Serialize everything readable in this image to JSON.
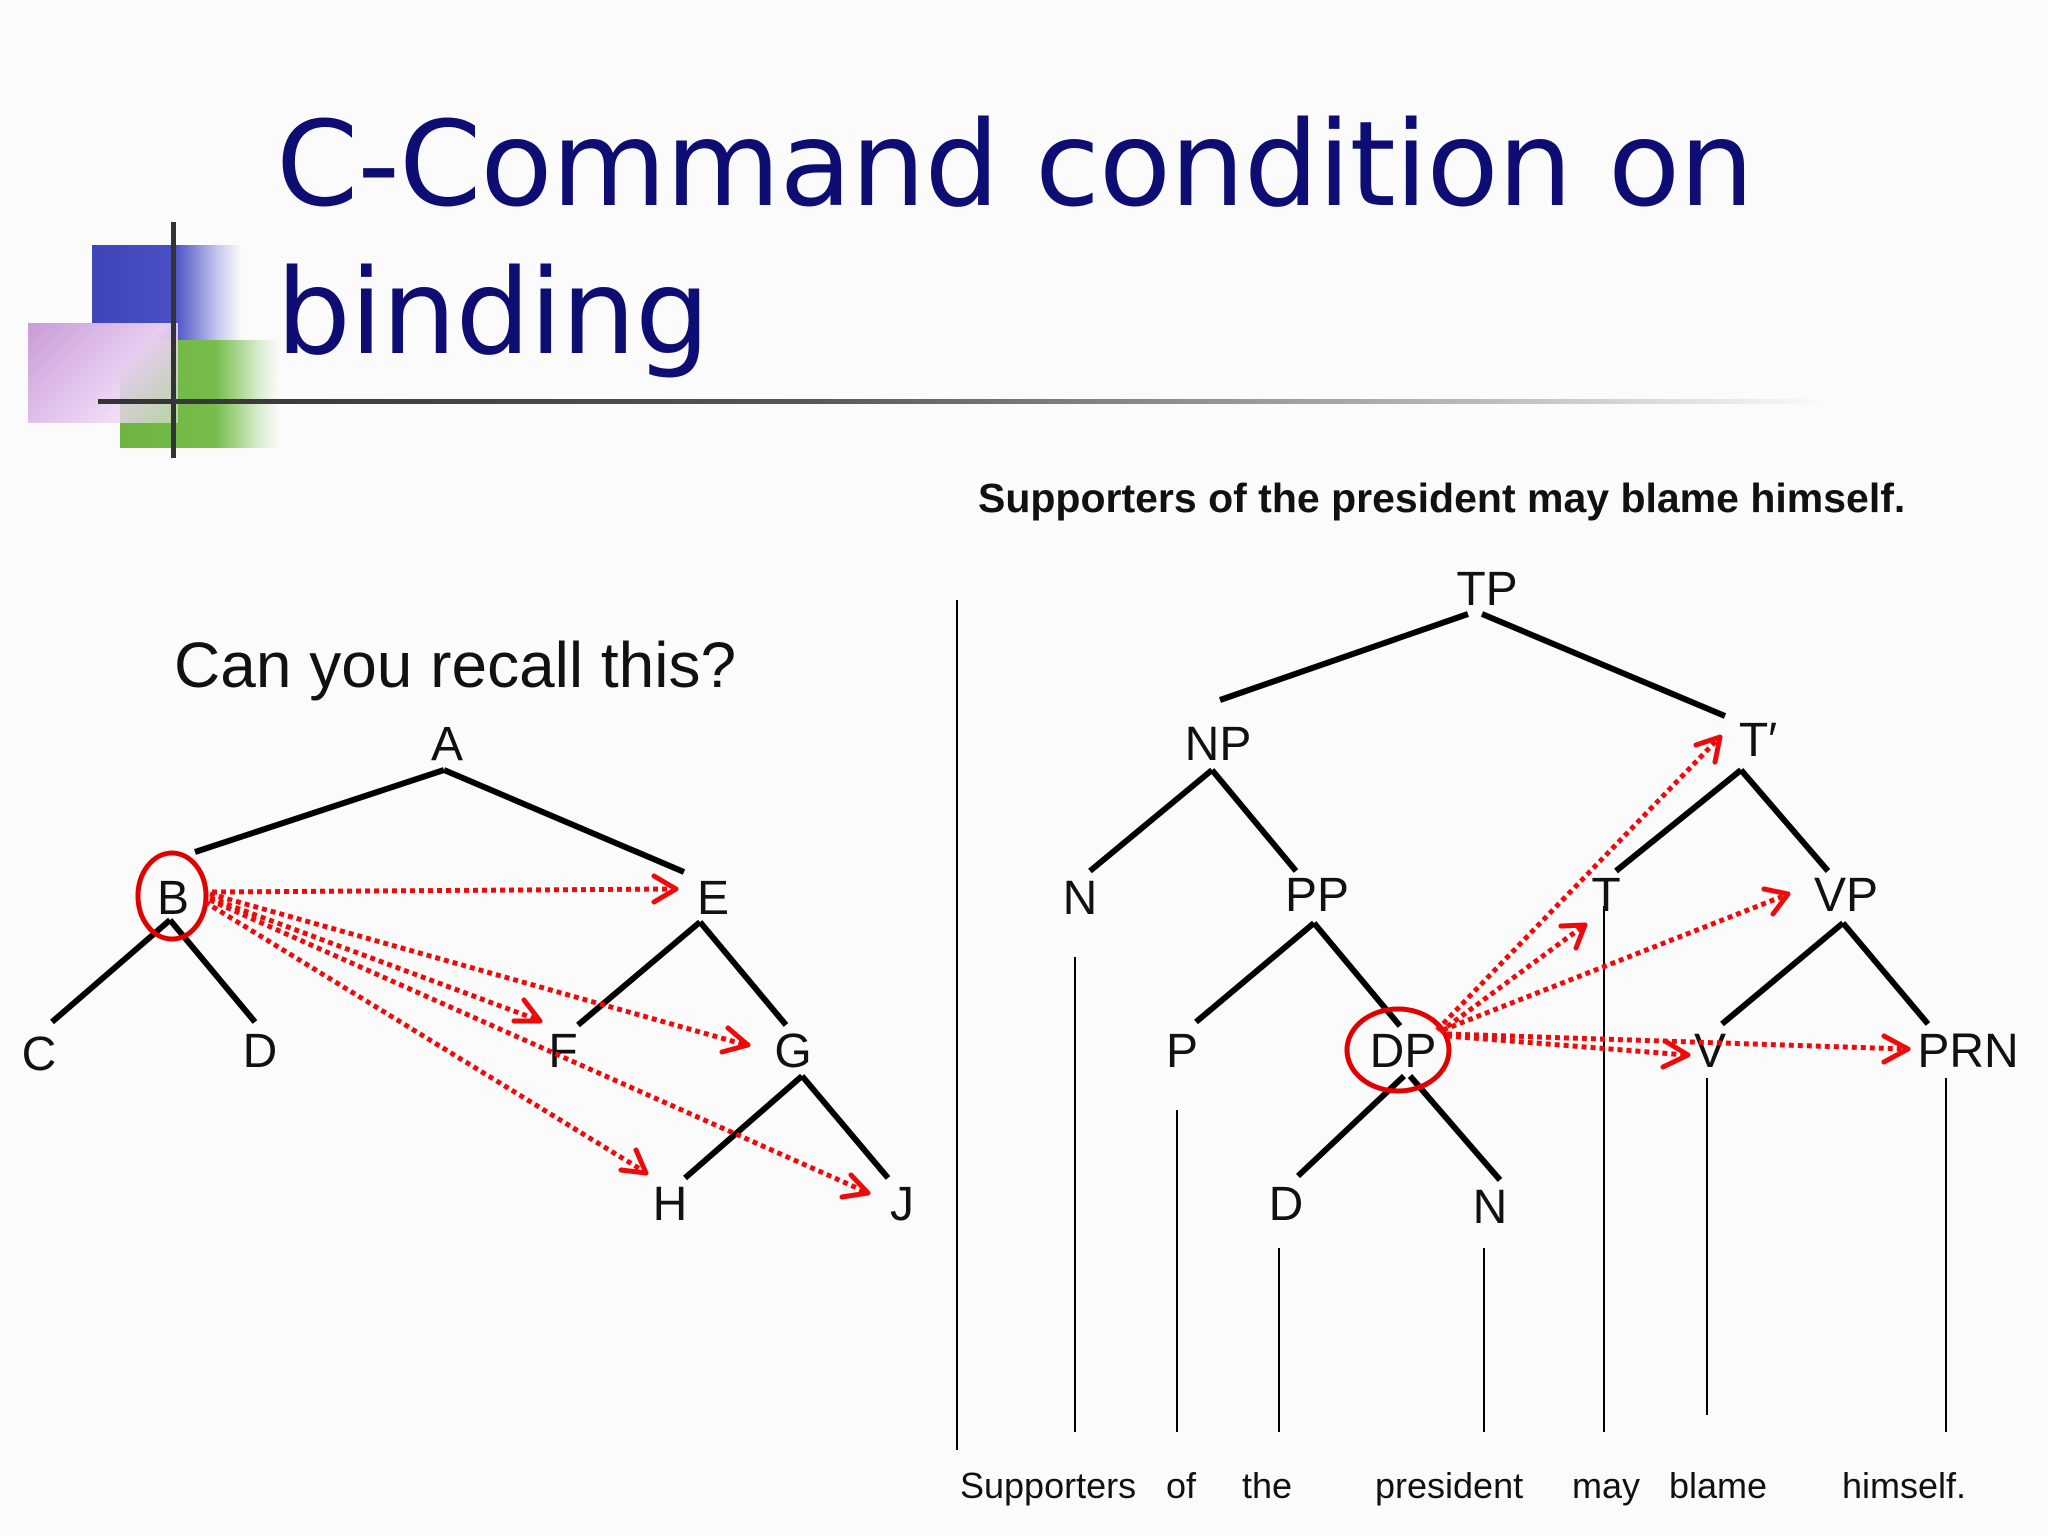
{
  "slide": {
    "title": "C-Command condition on binding",
    "left_caption": "Can you recall this?",
    "right_caption": "Supporters of the president may blame himself."
  },
  "left_tree": {
    "nodes": {
      "A": "A",
      "B": "B",
      "C": "C",
      "D": "D",
      "E": "E",
      "F": "F",
      "G": "G",
      "H": "H",
      "J": "J"
    }
  },
  "right_tree": {
    "nodes": {
      "TP": "TP",
      "NP": "NP",
      "Tbar": "T′",
      "N1": "N",
      "PP": "PP",
      "T": "T",
      "VP": "VP",
      "P": "P",
      "DP": "DP",
      "V": "V",
      "PRN": "PRN",
      "D": "D",
      "N2": "N"
    },
    "words": [
      "Supporters",
      "of",
      "the",
      "president",
      "may",
      "blame",
      "himself."
    ]
  },
  "colors": {
    "title": "#0d0d73",
    "arrows": "#ee0a0a",
    "circle": "#e00000"
  }
}
